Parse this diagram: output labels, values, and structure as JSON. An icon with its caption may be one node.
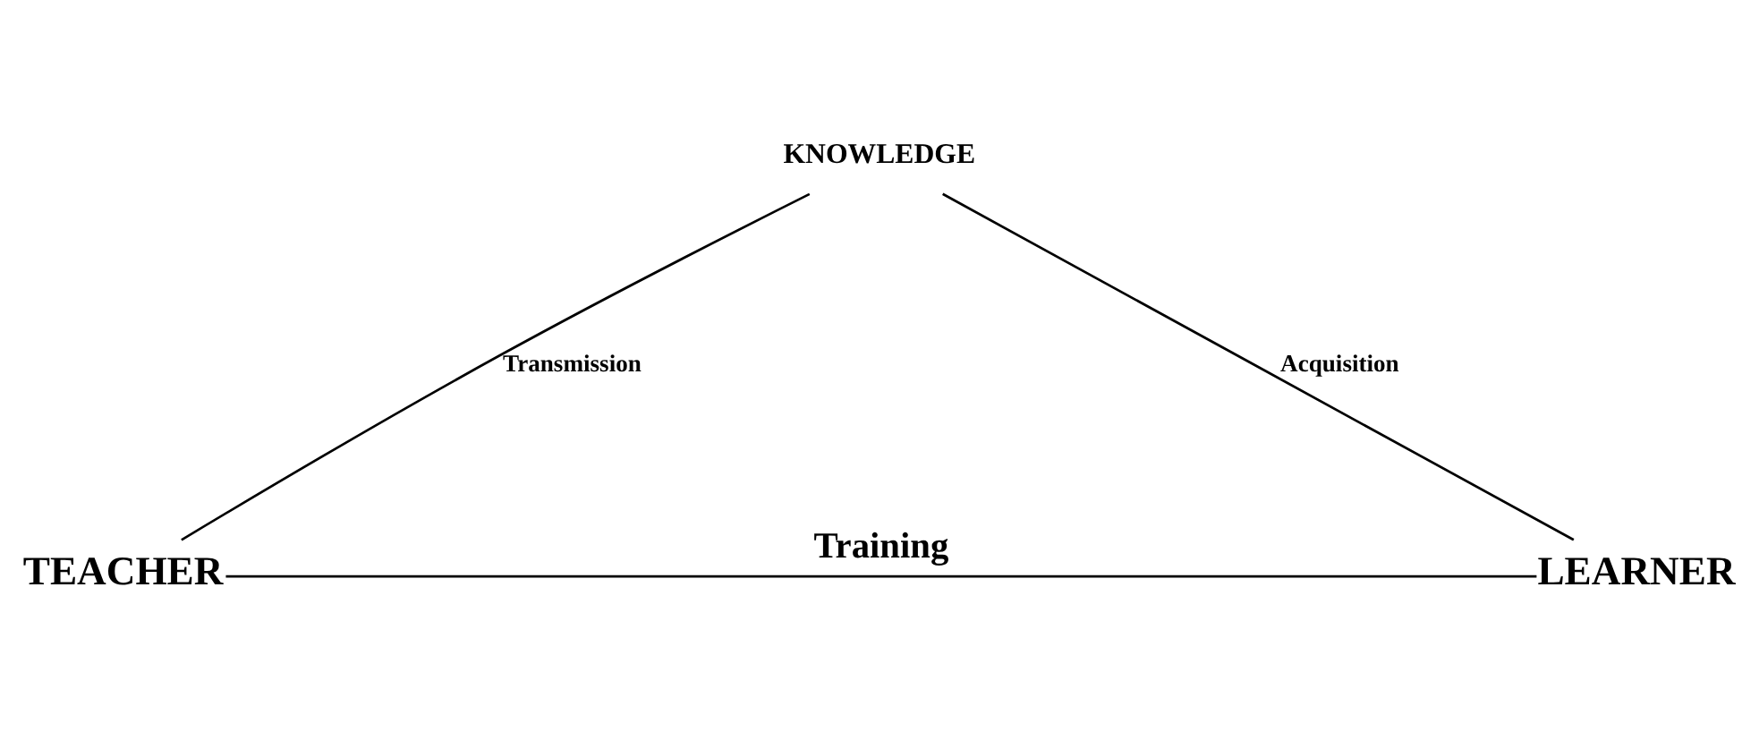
{
  "diagram": {
    "nodes": [
      {
        "text": [
          "KNOWLEDGE"
        ]
      },
      {
        "text": [
          "TEACHER"
        ]
      },
      {
        "text": [
          "LEARNER"
        ]
      }
    ],
    "edges": [
      {
        "from": 0,
        "to": 1,
        "arrow": "none",
        "label": "Transmission"
      },
      {
        "from": 0,
        "to": 2,
        "arrow": "none",
        "label": "Acquisition"
      },
      {
        "from": 1,
        "to": 2,
        "arrow": "none",
        "label": "Training"
      }
    ]
  }
}
